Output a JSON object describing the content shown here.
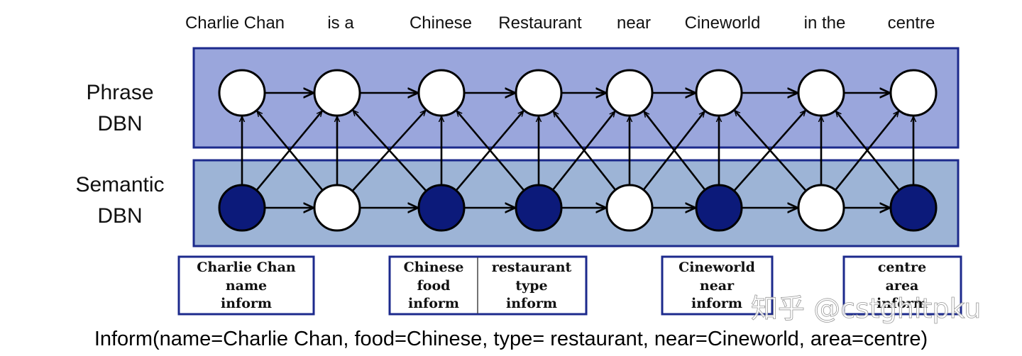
{
  "words": [
    "Charlie Chan",
    "is a",
    "Chinese",
    "Restaurant",
    "near",
    "Cineworld",
    "in the",
    "centre"
  ],
  "phrase_label": [
    "Phrase",
    "DBN"
  ],
  "semantic_label": [
    "Semantic",
    "DBN"
  ],
  "semantic_nodes": [
    "filled",
    "open",
    "filled",
    "filled",
    "open",
    "filled",
    "open",
    "filled"
  ],
  "boxes": [
    {
      "lines": [
        "Charlie Chan",
        "name",
        "inform"
      ]
    },
    {
      "lines": [
        "Chinese",
        "food",
        "inform"
      ]
    },
    {
      "lines": [
        "restaurant",
        "type",
        "inform"
      ]
    },
    {
      "lines": [
        "Cineworld",
        "near",
        "inform"
      ]
    },
    {
      "lines": [
        "centre",
        "area",
        "inform"
      ]
    }
  ],
  "formula": "Inform(name=Charlie Chan, food=Chinese, type= restaurant, near=Cineworld, area=centre)",
  "watermark": "知乎 @cstghitpku",
  "colors": {
    "phrase_band": "#9aa6dc",
    "semantic_band": "#9db4d6",
    "band_border": "#1c2a8c",
    "filled_node": "#0c1a7a",
    "box_border": "#1c2a8c"
  }
}
